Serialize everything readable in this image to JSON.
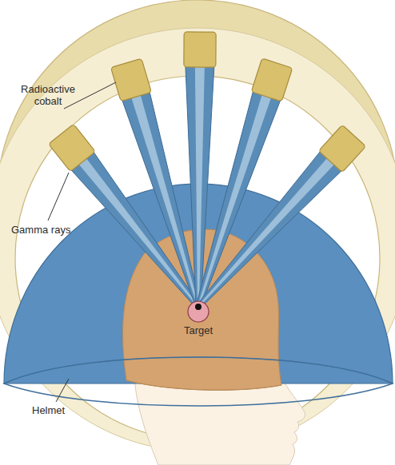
{
  "diagram": {
    "labels": [
      "Radioactive cobalt",
      "Gamma rays",
      "Target",
      "Helmet"
    ]
  }
}
